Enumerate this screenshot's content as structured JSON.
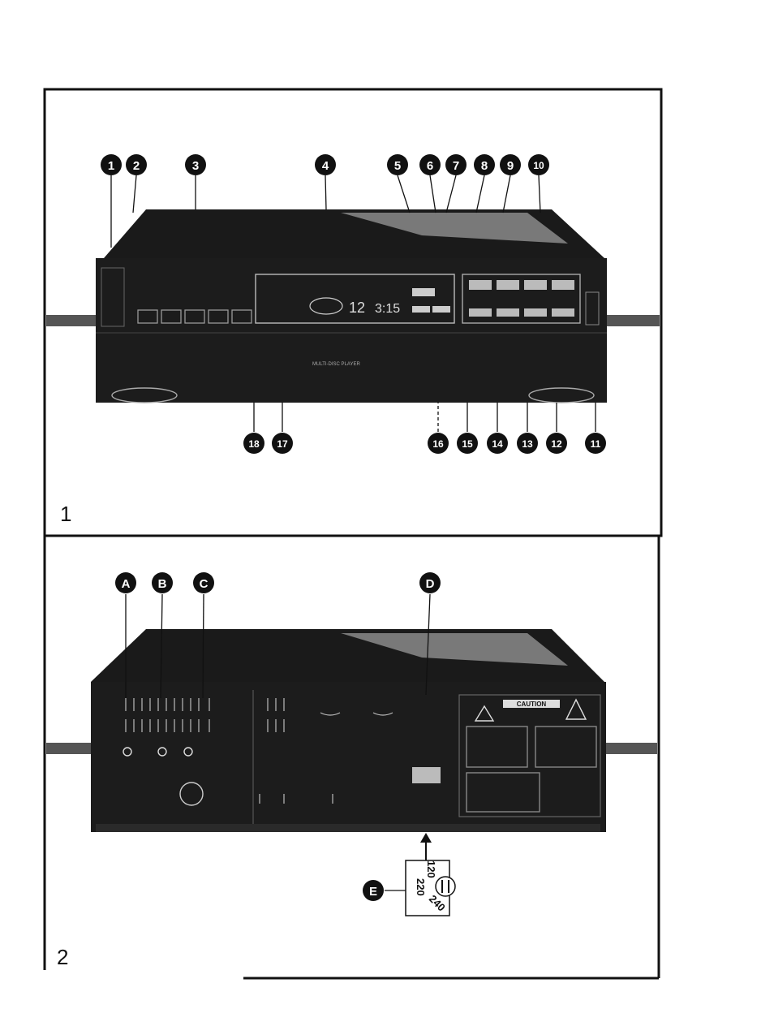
{
  "figure1": {
    "number": "1",
    "callouts_top": [
      "1",
      "2",
      "3",
      "4",
      "5",
      "6",
      "7",
      "8",
      "9",
      "10"
    ],
    "callouts_bottom": [
      "18",
      "17",
      "16",
      "15",
      "14",
      "13",
      "12",
      "11"
    ],
    "panel_label": "MULTI-DISC PLAYER",
    "display_track": "12",
    "display_time": "3:15"
  },
  "figure2": {
    "number": "2",
    "callouts_top": [
      "A",
      "B",
      "C",
      "D"
    ],
    "callout_e": "E",
    "caution_label": "CAUTION",
    "voltage_values": [
      "120",
      "220",
      "240"
    ]
  },
  "colors": {
    "ink": "#111111",
    "body": "#1c1c1c",
    "paper": "#ffffff"
  }
}
